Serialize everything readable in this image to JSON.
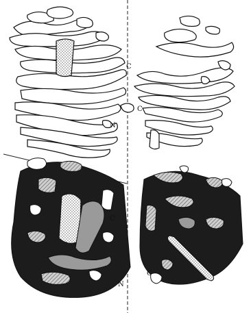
{
  "labels": {
    "top_left_terminus": "N",
    "top_middle_terminus": "C",
    "top_right_terminus": "C",
    "bottom_left_c_terminus": "C",
    "bottom_left_n_terminus": "N",
    "bottom_right_terminus": "C"
  },
  "colors": {
    "background": "#ffffff",
    "ink": "#111111",
    "slab_top": "#ffffff",
    "shaded_face": "#9a9a9a",
    "shadow": "#1c1c1c"
  }
}
